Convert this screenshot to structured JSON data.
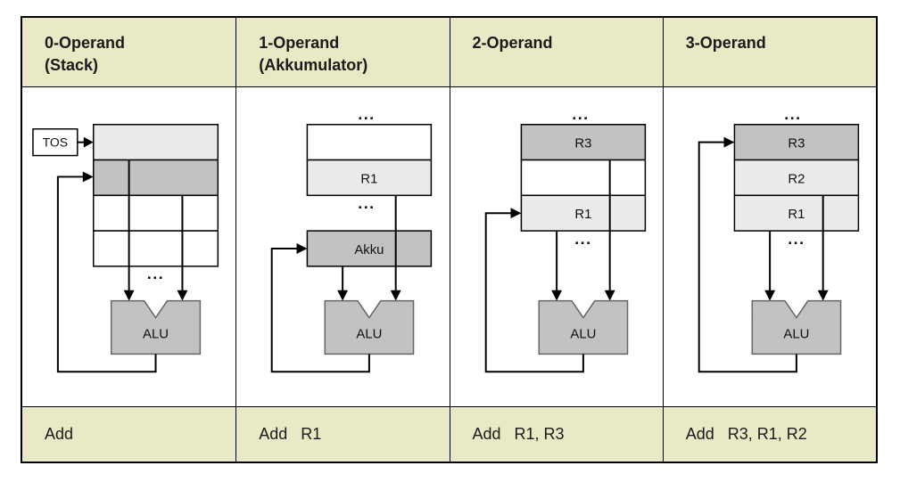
{
  "colors": {
    "header_bg": "#e9e9c6",
    "cell_dark": "#c2c2c2",
    "cell_light": "#ebebeb",
    "cell_white": "#ffffff",
    "alu_fill": "#c2c2c2",
    "alu_stroke": "#666666",
    "line": "#000000"
  },
  "labels": {
    "tos": "TOS",
    "alu": "ALU",
    "akku": "Akku",
    "r1": "R1",
    "r2": "R2",
    "r3": "R3",
    "ellipsis": "..."
  },
  "columns": [
    {
      "id": "0-operand",
      "title_line1": "0-Operand",
      "title_line2": "(Stack)",
      "instruction": "Add"
    },
    {
      "id": "1-operand",
      "title_line1": "1-Operand",
      "title_line2": "(Akkumulator)",
      "instruction": "Add   R1"
    },
    {
      "id": "2-operand",
      "title_line1": "2-Operand",
      "title_line2": "",
      "instruction": "Add   R1, R3"
    },
    {
      "id": "3-operand",
      "title_line1": "3-Operand",
      "title_line2": "",
      "instruction": "Add   R3, R1, R2"
    }
  ]
}
